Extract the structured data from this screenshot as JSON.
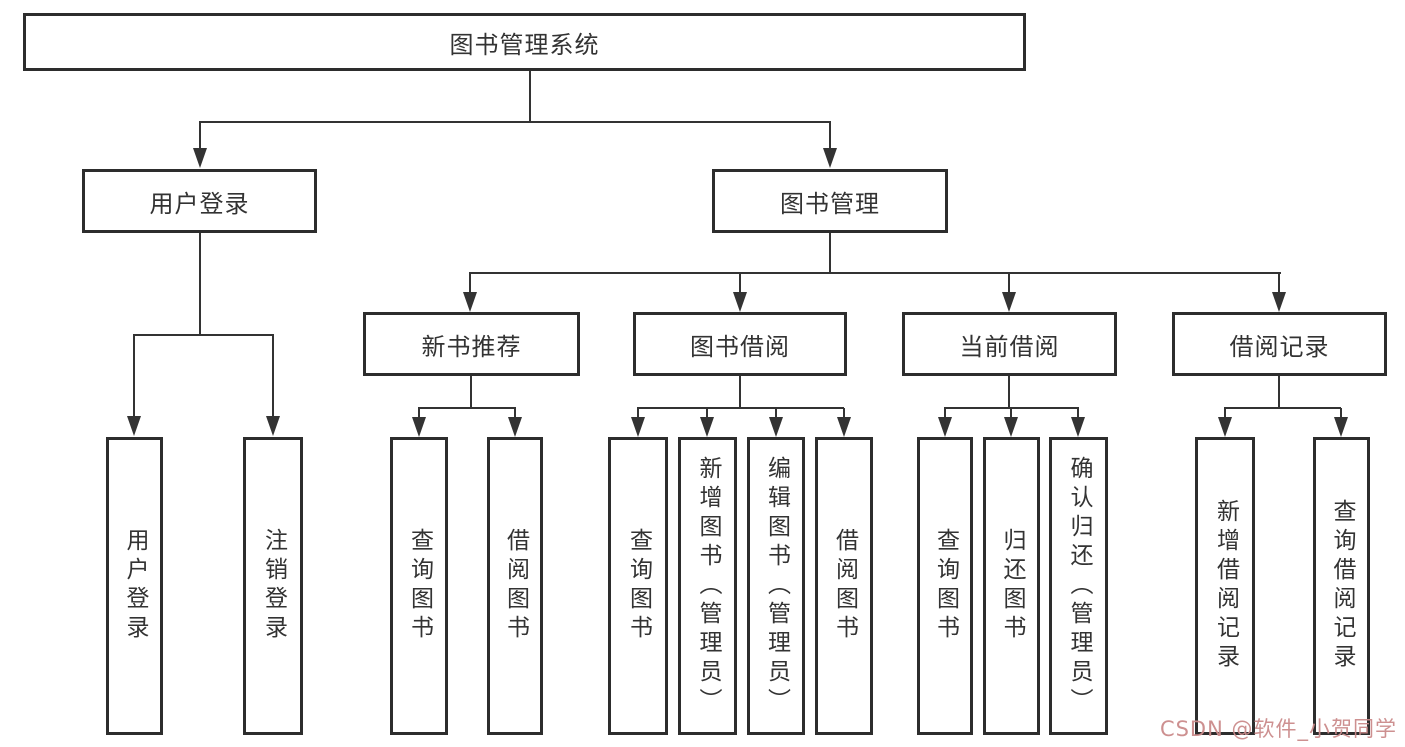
{
  "tree": {
    "root": {
      "label": "图书管理系统"
    },
    "login": {
      "label": "用户登录",
      "children": [
        {
          "label": "用户登录"
        },
        {
          "label": "注销登录"
        }
      ]
    },
    "management": {
      "label": "图书管理",
      "sections": [
        {
          "label": "新书推荐",
          "children": [
            {
              "label": "查询图书"
            },
            {
              "label": "借阅图书"
            }
          ]
        },
        {
          "label": "图书借阅",
          "children": [
            {
              "label": "查询图书"
            },
            {
              "label": "新增图书（管理员）"
            },
            {
              "label": "编辑图书（管理员）"
            },
            {
              "label": "借阅图书"
            }
          ]
        },
        {
          "label": "当前借阅",
          "children": [
            {
              "label": "查询图书"
            },
            {
              "label": "归还图书"
            },
            {
              "label": "确认归还（管理员）"
            }
          ]
        },
        {
          "label": "借阅记录",
          "children": [
            {
              "label": "新增借阅记录"
            },
            {
              "label": "查询借阅记录"
            }
          ]
        }
      ]
    }
  },
  "watermark": {
    "text": "CSDN @软件_小贺同学",
    "color": "#ca8a8a"
  },
  "colors": {
    "line": "#333333",
    "box_border": "#2d2d2d",
    "text": "#333333",
    "background": "#ffffff"
  }
}
